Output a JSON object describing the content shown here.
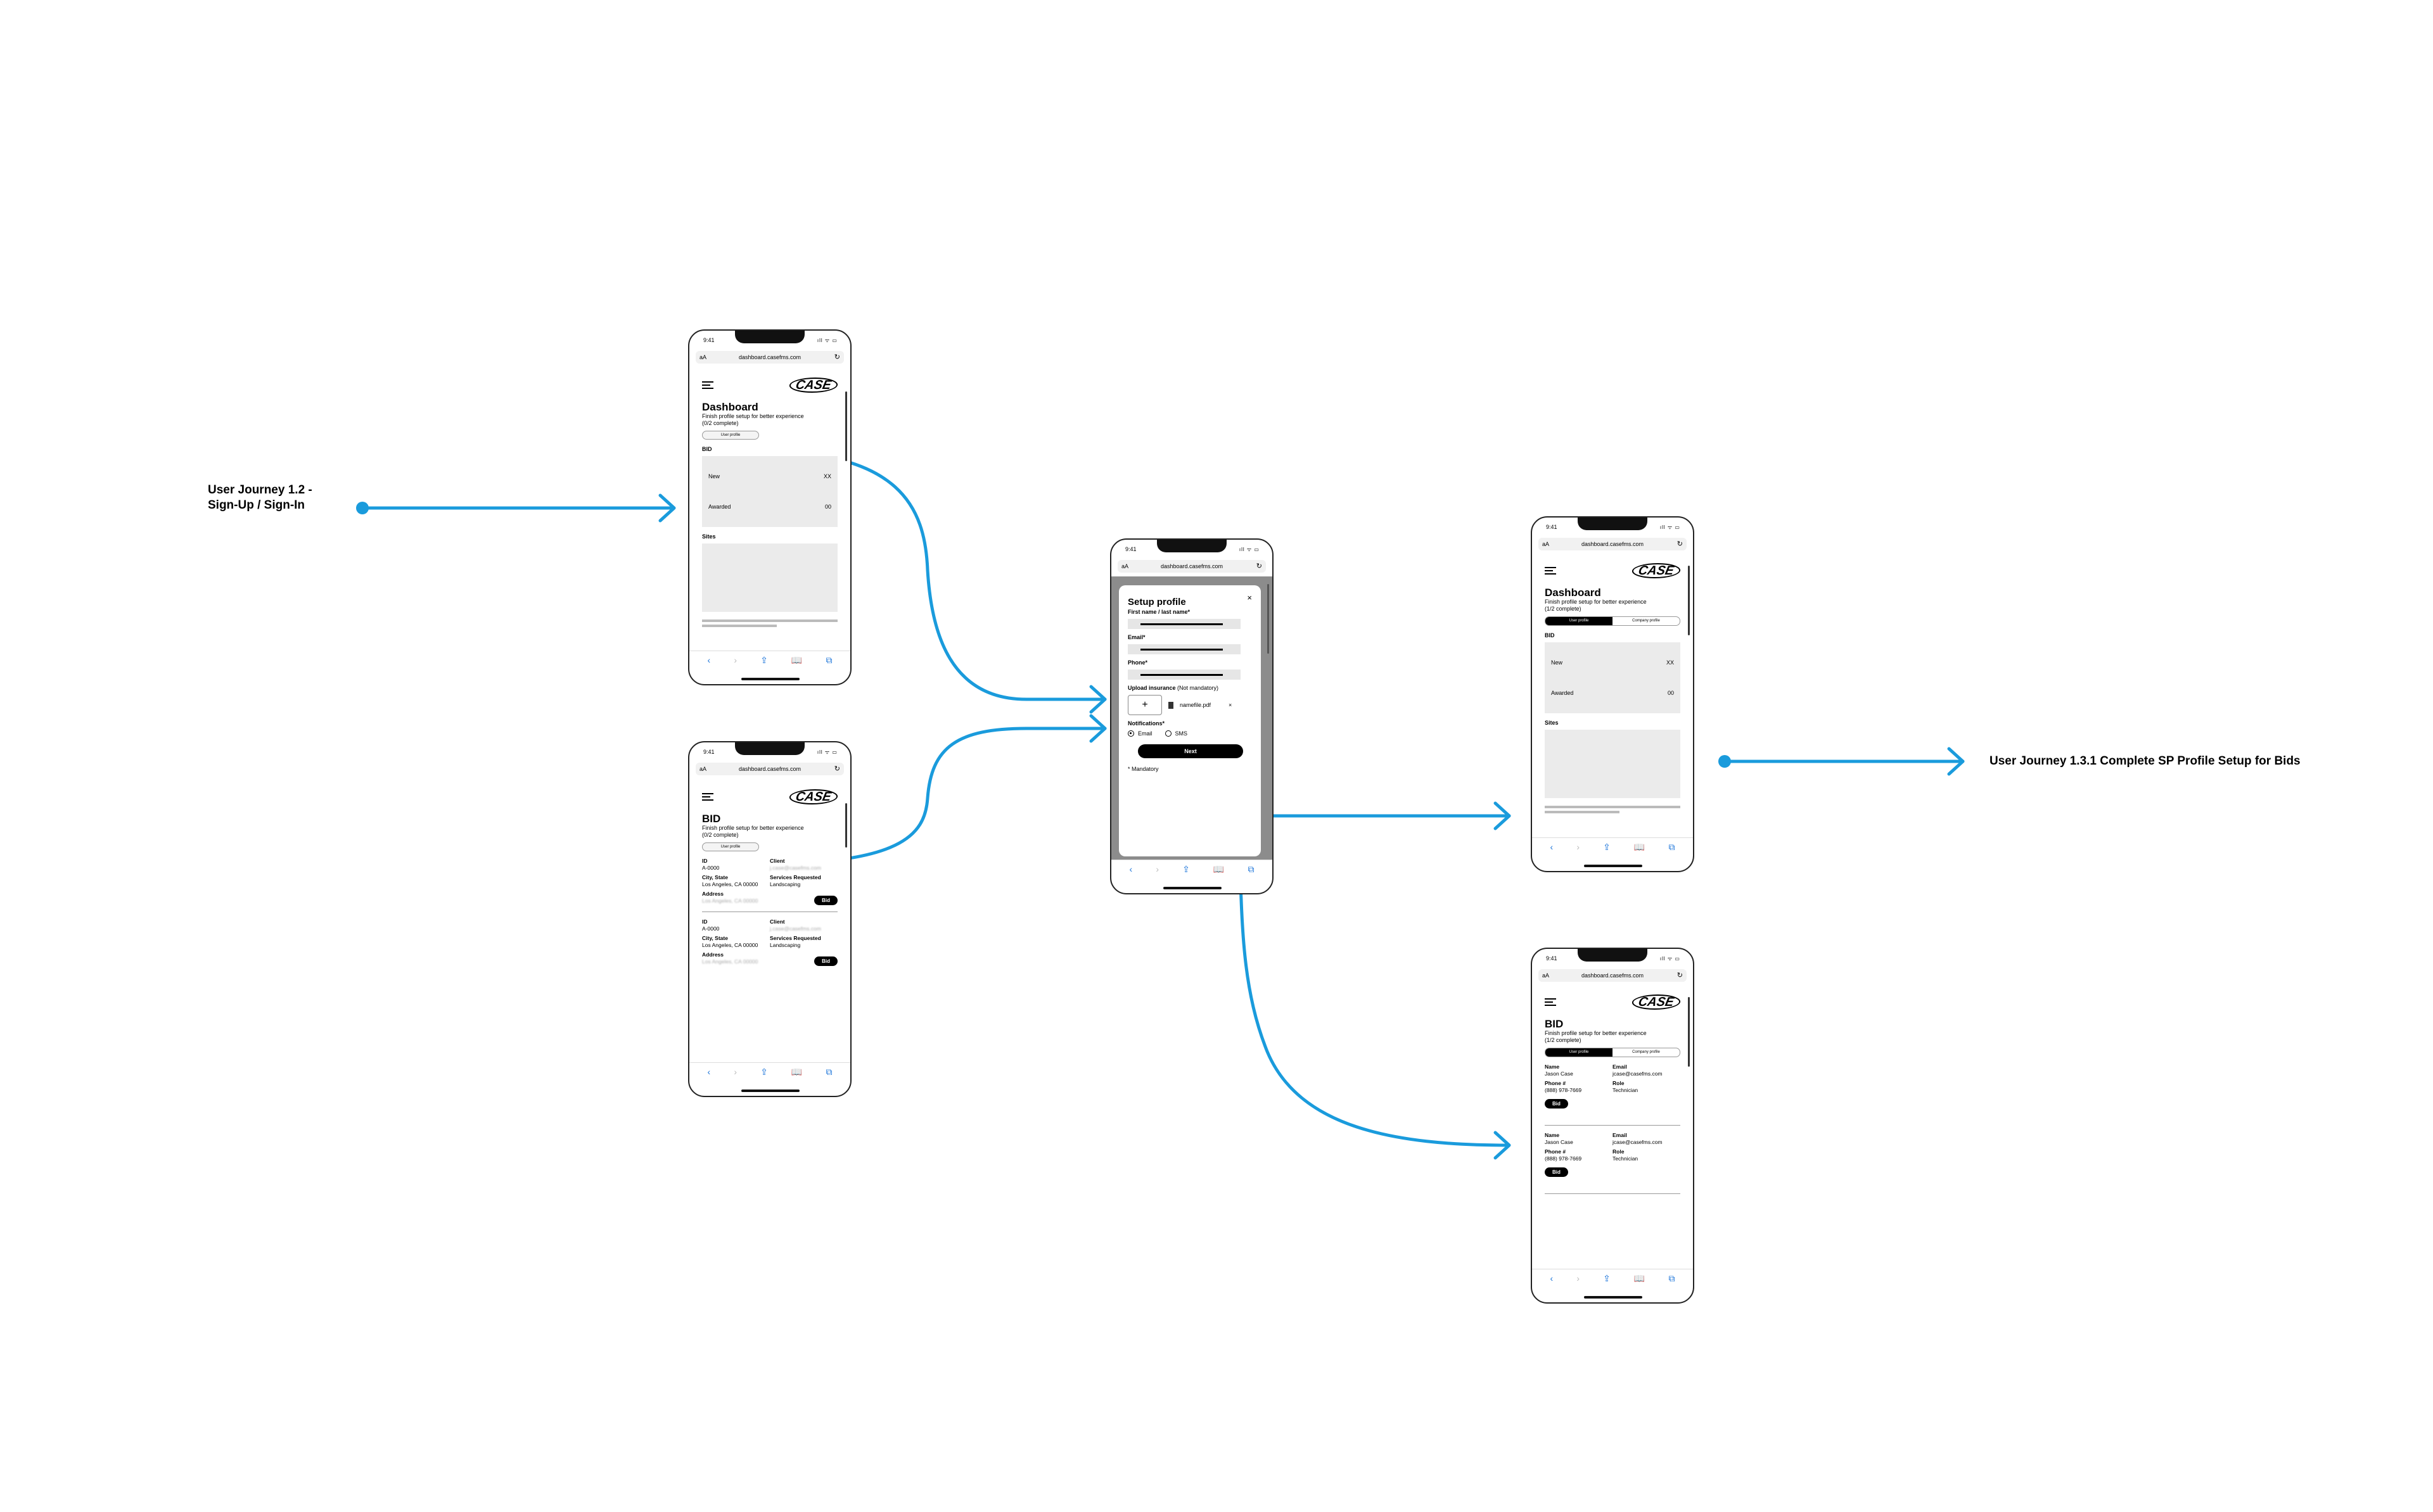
{
  "journey": {
    "incoming": [
      "User Journey 1.2 -",
      "Sign-Up / Sign-In"
    ],
    "outgoing": "User Journey 1.3.1 Complete SP Profile Setup for Bids"
  },
  "status_bar": {
    "time": "9:41",
    "icons": "ıll ᯤ ▭"
  },
  "browser": {
    "aa": "aA",
    "url": "dashboard.casefms.com",
    "reload": "↻"
  },
  "logo_text": "CASE",
  "tabbar_icons": [
    "‹",
    "›",
    "⇪",
    "📖",
    "⧉"
  ],
  "colors": {
    "flow": "#1a9bdc",
    "overlay": "#8c8c8c"
  },
  "dashboard_before": {
    "title": "Dashboard",
    "subtitle": "Finish profile setup for better experience",
    "progress": "(0/2 complete)",
    "step_label": "User profile",
    "bid_title": "BID",
    "rows": [
      {
        "label": "New",
        "value": "XX"
      },
      {
        "label": "Awarded",
        "value": "00"
      }
    ],
    "sites_title": "Sites"
  },
  "bid_before": {
    "title": "BID",
    "subtitle": "Finish profile setup for better experience",
    "progress": "(0/2 complete)",
    "step_label": "User profile",
    "cards": [
      {
        "id_label": "ID",
        "id_value": "A-0000",
        "client_label": "Client",
        "client_value": "j.case@casefms.com",
        "city_label": "City, State",
        "city_value": "Los Angeles, CA 00000",
        "services_label": "Services Requested",
        "services_value": "Landscaping",
        "address_label": "Address",
        "address_value": "Los Angeles, CA 00000",
        "button": "Bid"
      },
      {
        "id_label": "ID",
        "id_value": "A-0000",
        "client_label": "Client",
        "client_value": "j.case@casefms.com",
        "city_label": "City, State",
        "city_value": "Los Angeles, CA 00000",
        "services_label": "Services Requested",
        "services_value": "Landscaping",
        "address_label": "Address",
        "address_value": "Los Angeles, CA 00000",
        "button": "Bid"
      }
    ]
  },
  "setup_modal": {
    "title": "Setup profile",
    "close": "×",
    "name_label": "First name / last name*",
    "email_label": "Email*",
    "phone_label": "Phone*",
    "upload_label": "Upload insurance",
    "upload_note": "(Not mandatory)",
    "upload_plus": "+",
    "file_name": "namefile.pdf",
    "file_remove": "×",
    "notifications_label": "Notifications*",
    "opt_email": "Email",
    "opt_sms": "SMS",
    "next": "Next",
    "mandatory": "* Mandatory"
  },
  "dashboard_after": {
    "title": "Dashboard",
    "subtitle": "Finish profile setup for better experience",
    "progress": "(1/2 complete)",
    "seg_user": "User profile",
    "seg_company": "Company profile",
    "bid_title": "BID",
    "rows": [
      {
        "label": "New",
        "value": "XX"
      },
      {
        "label": "Awarded",
        "value": "00"
      }
    ],
    "sites_title": "Sites"
  },
  "bid_after": {
    "title": "BID",
    "subtitle": "Finish profile setup for better experience",
    "progress": "(1/2 complete)",
    "seg_user": "User profile",
    "seg_company": "Company profile",
    "cards": [
      {
        "name_label": "Name",
        "name_value": "Jason Case",
        "email_label": "Email",
        "email_value": "jcase@casefms.com",
        "phone_label": "Phone #",
        "phone_value": "(888) 978-7669",
        "role_label": "Role",
        "role_value": "Technician",
        "button": "Bid"
      },
      {
        "name_label": "Name",
        "name_value": "Jason Case",
        "email_label": "Email",
        "email_value": "jcase@casefms.com",
        "phone_label": "Phone #",
        "phone_value": "(888) 978-7669",
        "role_label": "Role",
        "role_value": "Technician",
        "button": "Bid"
      }
    ]
  }
}
